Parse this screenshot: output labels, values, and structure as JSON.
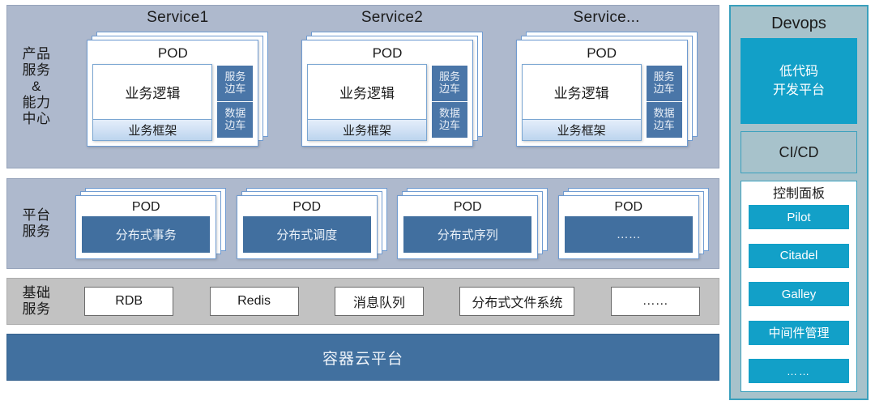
{
  "rows": {
    "services": {
      "label": "产品\n服务\n&\n能力\n中心",
      "label_lines": [
        "产品",
        "服务",
        "&",
        "能力",
        "中心"
      ],
      "groups": [
        {
          "title": "Service1",
          "pod_title": "POD",
          "business_logic": "业务逻辑",
          "business_framework": "业务框架",
          "sidecars": [
            {
              "line1": "服务",
              "line2": "边车"
            },
            {
              "line1": "数据",
              "line2": "边车"
            }
          ]
        },
        {
          "title": "Service2",
          "pod_title": "POD",
          "business_logic": "业务逻辑",
          "business_framework": "业务框架",
          "sidecars": [
            {
              "line1": "服务",
              "line2": "边车"
            },
            {
              "line1": "数据",
              "line2": "边车"
            }
          ]
        },
        {
          "title": "Service...",
          "pod_title": "POD",
          "business_logic": "业务逻辑",
          "business_framework": "业务框架",
          "sidecars": [
            {
              "line1": "服务",
              "line2": "边车"
            },
            {
              "line1": "数据",
              "line2": "边车"
            }
          ]
        }
      ]
    },
    "platform": {
      "label_lines": [
        "平台",
        "服务"
      ],
      "pods": [
        {
          "pod_title": "POD",
          "chip": "分布式事务"
        },
        {
          "pod_title": "POD",
          "chip": "分布式调度"
        },
        {
          "pod_title": "POD",
          "chip": "分布式序列"
        },
        {
          "pod_title": "POD",
          "chip": "……"
        }
      ]
    },
    "infra": {
      "label_lines": [
        "基础",
        "服务"
      ],
      "boxes": [
        "RDB",
        "Redis",
        "消息队列",
        "分布式文件系统",
        "……"
      ]
    },
    "cloud": {
      "label": "容器云平台"
    }
  },
  "devops": {
    "title": "Devops",
    "lowcode": {
      "line1": "低代码",
      "line2": "开发平台"
    },
    "cicd": "CI/CD",
    "control_panel": {
      "title": "控制面板",
      "items": [
        "Pilot",
        "Citadel",
        "Galley",
        "中间件管理",
        "……"
      ]
    }
  },
  "colors": {
    "band_blue": "#aeb9cd",
    "band_gray": "#c2c2c2",
    "sidecar_blue": "#4a76a8",
    "platform_chip": "#416f9f",
    "cloud_blue": "#41709f",
    "devops_bg": "#a7c2cb",
    "devops_border": "#3aa0bd",
    "teal_chip": "#12a0c8",
    "card_border": "#6f9bd1"
  }
}
